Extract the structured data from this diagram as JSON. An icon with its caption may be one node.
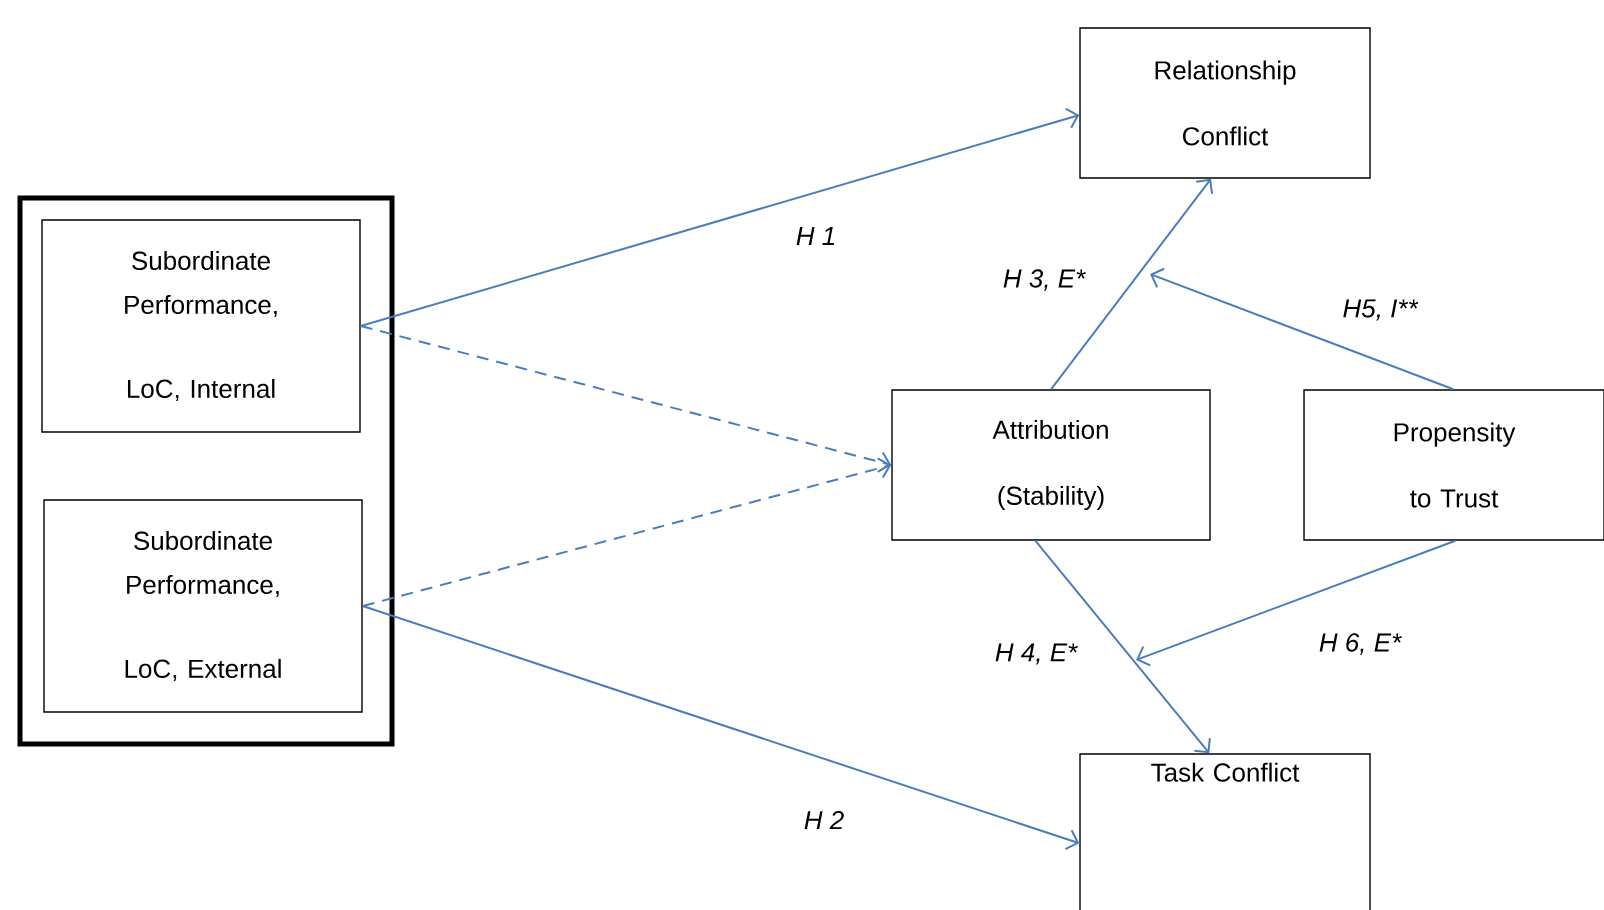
{
  "diagram": {
    "nodes": [
      {
        "text": [],
        "shape": "box"
      },
      {
        "text": [
          "Subordinate Performance,",
          "LoC, Internal"
        ],
        "in": 0
      },
      {
        "text": [
          "Subordinate Performance,",
          "LoC, External"
        ],
        "in": 0
      },
      {
        "text": [
          "Relationship Conflict"
        ]
      },
      {
        "text": [
          "Attribution (Stability)"
        ]
      },
      {
        "text": [
          "Propensity to Trust"
        ]
      },
      {
        "text": [
          "Task Conflict"
        ]
      }
    ],
    "edges": [
      {
        "from": 1,
        "to": 3,
        "arrow": "to",
        "label": "H 1"
      },
      {
        "from": 1,
        "to": 4,
        "arrow": "to",
        "style": "dashed"
      },
      {
        "from": 2,
        "to": 4,
        "arrow": "to",
        "style": "dashed"
      },
      {
        "from": 2,
        "to": 6,
        "arrow": "to",
        "label": "H 2"
      },
      {
        "from": 4,
        "to": 3,
        "arrow": "to",
        "label": "H 3, E*"
      },
      {
        "from": 5,
        "to": null,
        "arrow": "to",
        "label": "H5, I**"
      },
      {
        "from": 4,
        "to": 6,
        "arrow": "to",
        "label": "H 4, E*"
      },
      {
        "from": 5,
        "to": null,
        "arrow": "to",
        "label": "H 6, E*"
      }
    ]
  }
}
